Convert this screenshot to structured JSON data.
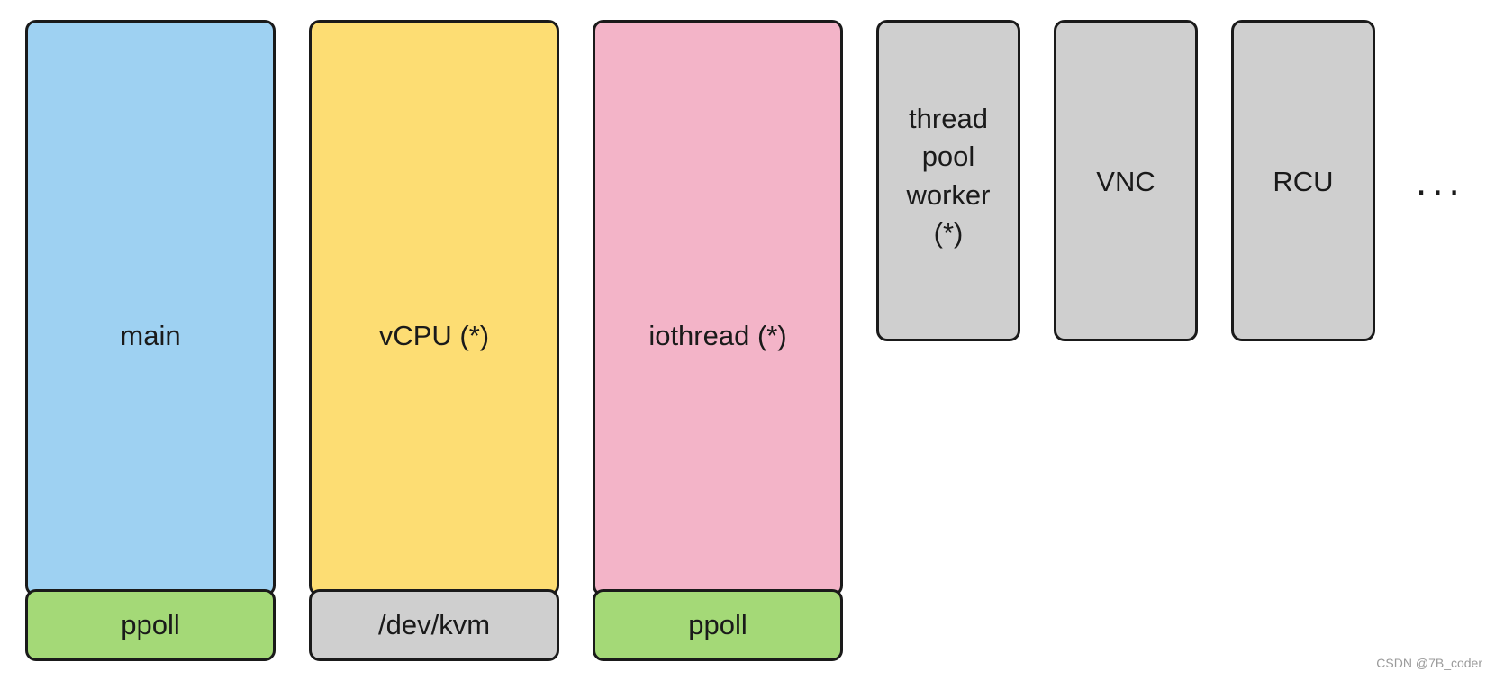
{
  "threads": [
    {
      "id": "main",
      "label": "main",
      "color": "#9ed1f2",
      "base": {
        "label": "ppoll",
        "color": "#a4d977"
      }
    },
    {
      "id": "vcpu",
      "label": "vCPU (*)",
      "color": "#fddd73",
      "base": {
        "label": "/dev/kvm",
        "color": "#cfcfcf"
      }
    },
    {
      "id": "iothread",
      "label": "iothread (*)",
      "color": "#f3b4c8",
      "base": {
        "label": "ppoll",
        "color": "#a4d977"
      }
    },
    {
      "id": "thread-pool-worker",
      "label": "thread\npool\nworker\n(*)",
      "color": "#cfcfcf"
    },
    {
      "id": "vnc",
      "label": "VNC",
      "color": "#cfcfcf"
    },
    {
      "id": "rcu",
      "label": "RCU",
      "color": "#cfcfcf"
    }
  ],
  "ellipsis": "...",
  "watermark": "CSDN @7B_coder"
}
